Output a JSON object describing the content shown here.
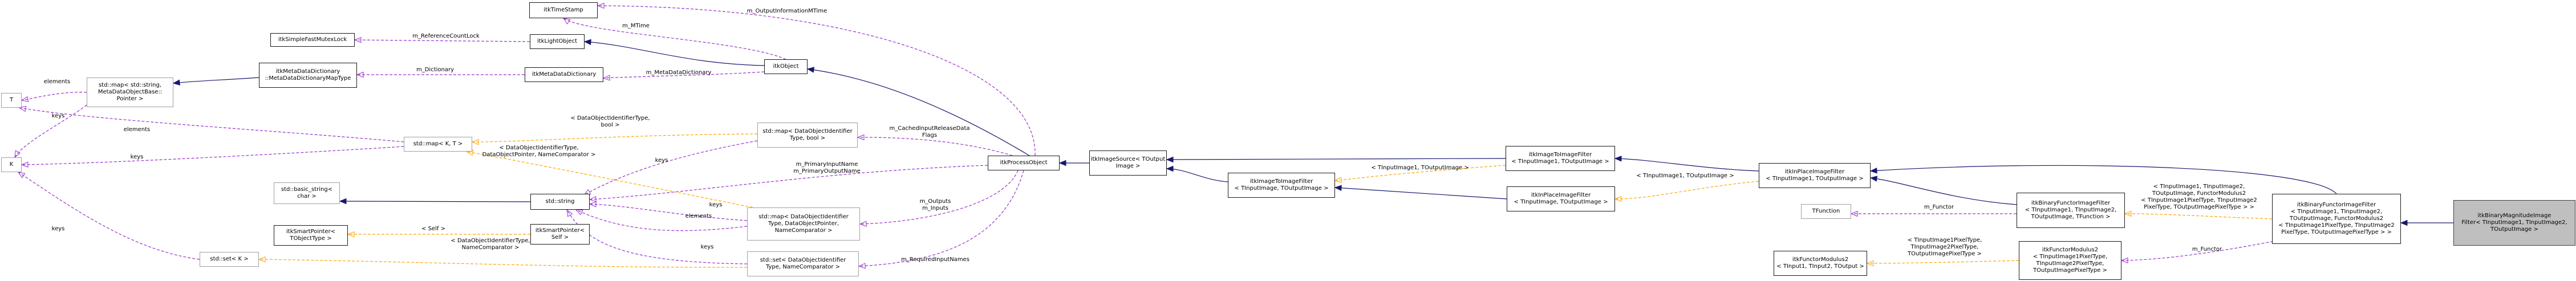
{
  "nodes": {
    "timestamp": [
      "itkTimeStamp"
    ],
    "simple_fast_mutex_lock": [
      "itkSimpleFastMutexLock"
    ],
    "light_object": [
      "itkLightObject"
    ],
    "object": [
      "itkObject"
    ],
    "std_map_string": [
      "std::map< std::string,",
      "MetaDataObjectBase::",
      "Pointer >"
    ],
    "meta_data_dictionary_map": [
      "itkMetaDataDictionary",
      "::MetaDataDictionaryMapType"
    ],
    "meta_data_dictionary": [
      "itkMetaDataDictionary"
    ],
    "t": [
      "T"
    ],
    "k": [
      "K"
    ],
    "std_map_kt": [
      "std::map< K, T >"
    ],
    "std_map_doid_bool": [
      "std::map< DataObjectIdentifier",
      "Type, bool >"
    ],
    "basic_string": [
      "std::basic_string<",
      "char >"
    ],
    "std_string": [
      "std::string"
    ],
    "smart_pointer_objecttype": [
      "itkSmartPointer<",
      "TObjectType >"
    ],
    "smart_pointer_self": [
      "itkSmartPointer<",
      "Self >"
    ],
    "std_map_doid_dataobject": [
      "std::map< DataObjectIdentifier",
      "Type, DataObjectPointer,",
      "NameComparator >"
    ],
    "std_set_k": [
      "std::set< K >"
    ],
    "std_set_doid": [
      "std::set< DataObjectIdentifier",
      "Type, NameComparator >"
    ],
    "process_object": [
      "itkProcessObject"
    ],
    "image_source": [
      "itkImageSource< TOutput",
      "Image >"
    ],
    "image_to_image_filter_out": [
      "itkImageToImageFilter",
      "< TInputImage, TOutputImage >"
    ],
    "image_to_image_filter_in": [
      "itkImageToImageFilter",
      "< TInputImage1, TOutputImage >"
    ],
    "inplace_image_filter_out": [
      "itkInPlaceImageFilter",
      "< TInputImage, TOutputImage >"
    ],
    "inplace_image_filter_in": [
      "itkInPlaceImageFilter",
      "< TInputImage1, TOutputImage >"
    ],
    "binary_functor_filter_tfunction": [
      "itkBinaryFunctorImageFilter",
      "< TInputImage1, TInputImage2,",
      "TOutputImage, TFunction >"
    ],
    "tfunction": [
      "TFunction"
    ],
    "functor_modulus2_tinput": [
      "itkFunctorModulus2",
      "< TInput1, TInput2, TOutput >"
    ],
    "functor_modulus2_pixel": [
      "itkFunctorModulus2",
      "< TInputImage1PixelType,",
      "TInputImage2PixelType,",
      "TOutputImagePixelType >"
    ],
    "binary_functor_filter_modulus": [
      "itkBinaryFunctorImageFilter",
      "< TInputImage1, TInputImage2,",
      "TOutputImage, FunctorModulus2",
      "< TInputImage1PixelType, TInputImage2",
      "PixelType, TOutputImagePixelType > >"
    ],
    "binary_magnitude_filter": [
      "itkBinaryMagnitudeImage",
      "Filter< TInputImage1, TInputImage2,",
      "TOutputImage >"
    ]
  },
  "edge_labels": {
    "m_output_information_mtime": [
      "m_OutputInformationMTime"
    ],
    "m_mtime": [
      "m_MTime"
    ],
    "m_reference_count_lock": [
      "m_ReferenceCountLock"
    ],
    "m_dictionary": [
      "m_Dictionary"
    ],
    "m_meta_data_dictionary": [
      "m_MetaDataDictionary"
    ],
    "elements_t": [
      "elements"
    ],
    "keys_k": [
      "keys"
    ],
    "elements_k": [
      "elements"
    ],
    "keys_map": [
      "keys"
    ],
    "bind_map_bool": [
      "< DataObjectIdentifierType,",
      "bool >"
    ],
    "bind_map_dataobject": [
      "< DataObjectIdentifierType,",
      "DataObjectPointer, NameComparator >"
    ],
    "keys_string": [
      "keys"
    ],
    "m_cached_input_release": [
      "m_CachedInputReleaseData",
      "Flags"
    ],
    "m_primary_input_name": [
      "m_PrimaryInputName",
      "m_PrimaryOutputName"
    ],
    "self_objecttype": [
      "< Self >"
    ],
    "elements_string": [
      "elements"
    ],
    "keys_string2": [
      "keys"
    ],
    "m_outputs_inputs": [
      "m_Outputs",
      "m_Inputs"
    ],
    "keys_string3": [
      "keys"
    ],
    "m_required_input_names": [
      "m_RequiredInputNames"
    ],
    "keys_setk": [
      "keys"
    ],
    "bind_set": [
      "< DataObjectIdentifierType,",
      "NameComparator >"
    ],
    "bind_filter_out": [
      "< TInputImage1, TOutputImage >"
    ],
    "bind_inplace": [
      "< TInputImage1, TOutputImage >"
    ],
    "m_functor_tfunction": [
      "m_Functor"
    ],
    "bind_binary_functor": [
      "< TInputImage1, TInputImage2,",
      "TOutputImage, FunctorModulus2",
      "< TInputImage1PixelType, TInputImage2",
      "PixelType, TOutputImagePixelType > >"
    ],
    "bind_modulus2": [
      "< TInputImage1PixelType,",
      "TInputImage2PixelType,",
      "TOutputImagePixelType >"
    ],
    "m_functor_modulus": [
      "m_Functor"
    ]
  },
  "colors": {
    "inheritance": "#191970",
    "usage": "#9a32cd",
    "template": "#ffa500",
    "node_border": "#1a1a1a",
    "external_border": "#a0a0a0",
    "focus_fill": "#bfbfbf"
  }
}
